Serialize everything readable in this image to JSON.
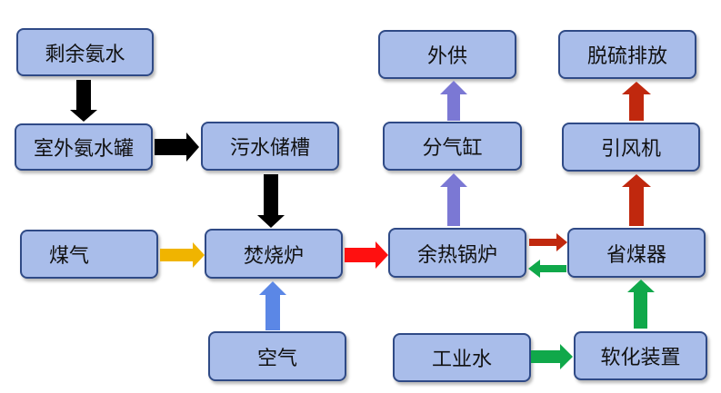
{
  "nodes": {
    "remaining_ammonia_water": "剩余氨水",
    "outdoor_ammonia_tank": "室外氨水罐",
    "sewage_tank": "污水储槽",
    "gas": "煤气",
    "incinerator": "焚烧炉",
    "air": "空气",
    "waste_heat_boiler": "余热锅炉",
    "steam_cylinder": "分气缸",
    "external_supply": "外供",
    "economizer": "省煤器",
    "induced_draft_fan": "引风机",
    "desulfurization_discharge": "脱硫排放",
    "industrial_water": "工业水",
    "softening_device": "软化装置"
  },
  "colors": {
    "node_fill": "#a9bdea",
    "node_border": "#2f4a86",
    "ammonia_flow": "#000000",
    "gas_flow": "#f0b400",
    "air_flow": "#5b87e6",
    "flue_flow": "#ff1010",
    "steam_flow": "#7b78d4",
    "exhaust_flow": "#c0280e",
    "water_flow": "#10a84a"
  }
}
